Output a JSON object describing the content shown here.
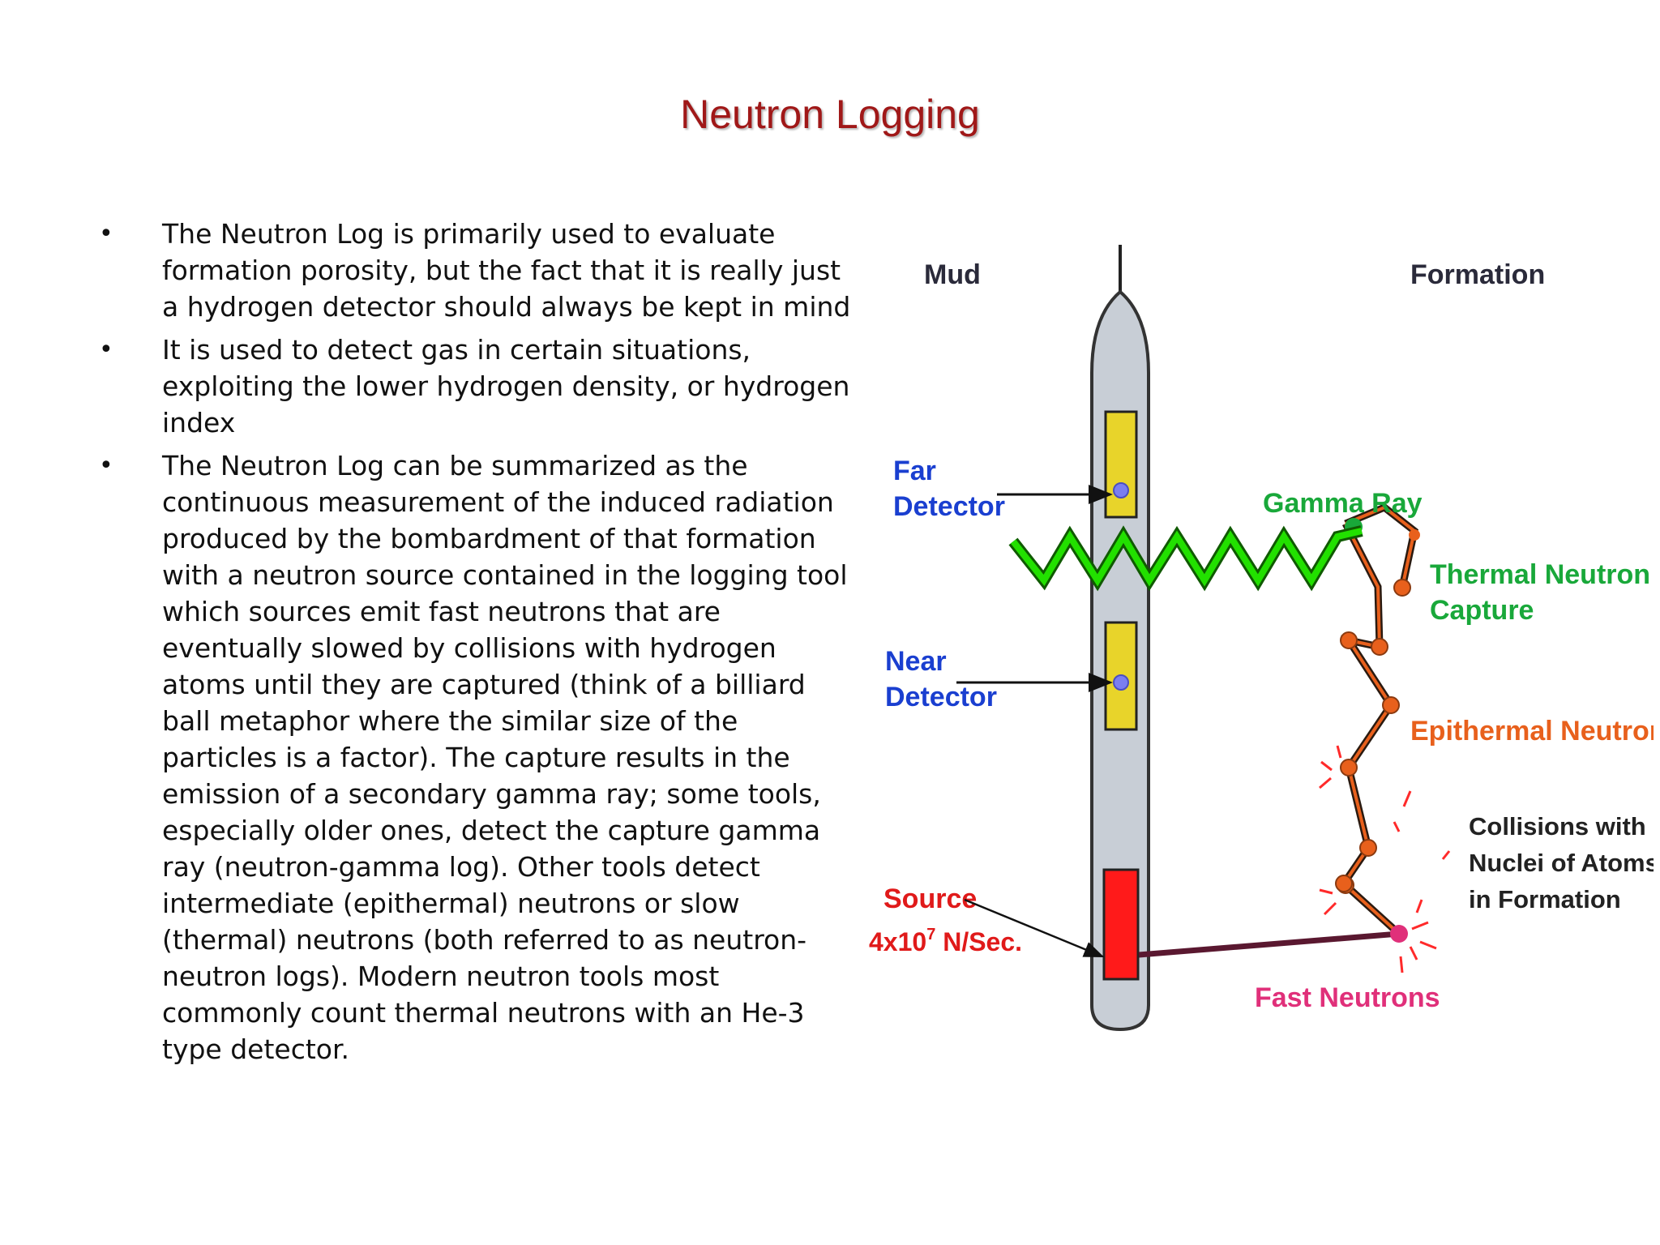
{
  "slide": {
    "title": "Neutron Logging",
    "bullets": [
      "The Neutron Log is primarily used to evaluate formation porosity, but the fact that it is really just a hydrogen detector should always be kept in mind",
      "It is used to detect gas in certain situations, exploiting the lower hydrogen density, or hydrogen index",
      "The Neutron Log can be summarized as the continuous measurement of the induced radiation produced by the bombardment of that formation with a neutron source contained in the logging tool which sources emit fast neutrons that are eventually slowed by collisions with hydrogen atoms until they are captured (think of a billiard ball metaphor where the similar size of the particles is a factor).  The capture results in the emission of a secondary gamma ray; some tools, especially older ones, detect the capture gamma ray (neutron-gamma log).  Other tools detect intermediate (epithermal) neutrons or slow (thermal) neutrons (both referred to as neutron-neutron logs).  Modern neutron tools most commonly count thermal neutrons with an He-3 type detector."
    ],
    "bullet_symbol": "•"
  },
  "diagram": {
    "mud": "Mud",
    "formation": "Formation",
    "far_detector": [
      "Far",
      "Detector"
    ],
    "near_detector": [
      "Near",
      "Detector"
    ],
    "source": "Source",
    "source_rate_base": "4x10",
    "source_rate_exp": "7",
    "source_rate_unit": " N/Sec.",
    "gamma_ray": "Gamma Ray",
    "thermal_capture": [
      "Thermal Neutron",
      "Capture"
    ],
    "epithermal": "Epithermal Neutron",
    "collisions": [
      "Collisions with",
      "Nuclei of Atoms",
      "in Formation"
    ],
    "fast_neutrons": "Fast Neutrons",
    "colors": {
      "title": "#a01818",
      "blue_label": "#1a3fd0",
      "green_label": "#19a83a",
      "gamma_wave": "#22e000",
      "orange": "#e8601c",
      "red_label": "#e01a1a",
      "magenta": "#e0307a",
      "tool_body": "#c8ced6",
      "detector": "#e8d42a",
      "source_block": "#ff1a1a"
    }
  }
}
